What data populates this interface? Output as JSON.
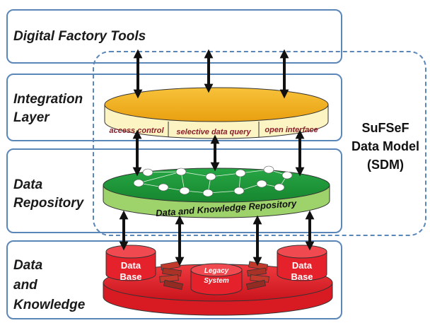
{
  "layers": [
    {
      "title": "Digital Factory Tools"
    },
    {
      "title_lines": [
        "Integration",
        "Layer"
      ]
    },
    {
      "title_lines": [
        "Data",
        "Repository"
      ]
    },
    {
      "title_lines": [
        "Data",
        "and",
        "Knowledge"
      ]
    }
  ],
  "integration_disc": {
    "segments": [
      "access control",
      "selective data query",
      "open interface"
    ]
  },
  "repository_disc": {
    "label": "Data and Knowledge Repository"
  },
  "knowledge_disc": {
    "cylinders": [
      {
        "lines": [
          "Data",
          "Base"
        ]
      },
      {
        "lines": [
          "Legacy",
          "System"
        ]
      },
      {
        "lines": [
          "Data",
          "Base"
        ]
      }
    ]
  },
  "sdm_label_lines": [
    "SuFSeF",
    "Data Model",
    "(SDM)"
  ],
  "colors": {
    "layer_border": "#5b86b8",
    "integration_top": "#f5b21b",
    "integration_band": "#fdf4c3",
    "repository_top": "#1f9a3c",
    "repository_band": "#9ed26a",
    "knowledge_red": "#e5212b",
    "arrow": "#111111"
  }
}
